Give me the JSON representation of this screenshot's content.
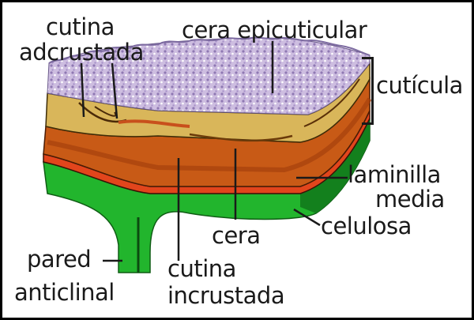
{
  "labels": {
    "cutina_adcrustada_1": "cutina",
    "cutina_adcrustada_2": "adcrustada",
    "cera_epicuticular": "cera epicuticular",
    "cuticula": "cutícula",
    "laminilla_media_1": "laminilla",
    "laminilla_media_2": "media",
    "celulosa": "celulosa",
    "cera": "cera",
    "pared_anticlinal_1": "pared",
    "pared_anticlinal_2": "anticlinal",
    "cutina_incrustada_1": "cutina",
    "cutina_incrustada_2": "incrustada"
  },
  "colors": {
    "border": "#000000",
    "wax_lilac": "#c9b6dc",
    "wax_dots": "#8f78b3",
    "cuticle_tan": "#d9b65a",
    "cutin_orange": "#c85a16",
    "pectin_red": "#e2451c",
    "cellulose_green": "#22b52d",
    "dark_green": "#13801d",
    "leader_line": "#1a1a1a"
  }
}
